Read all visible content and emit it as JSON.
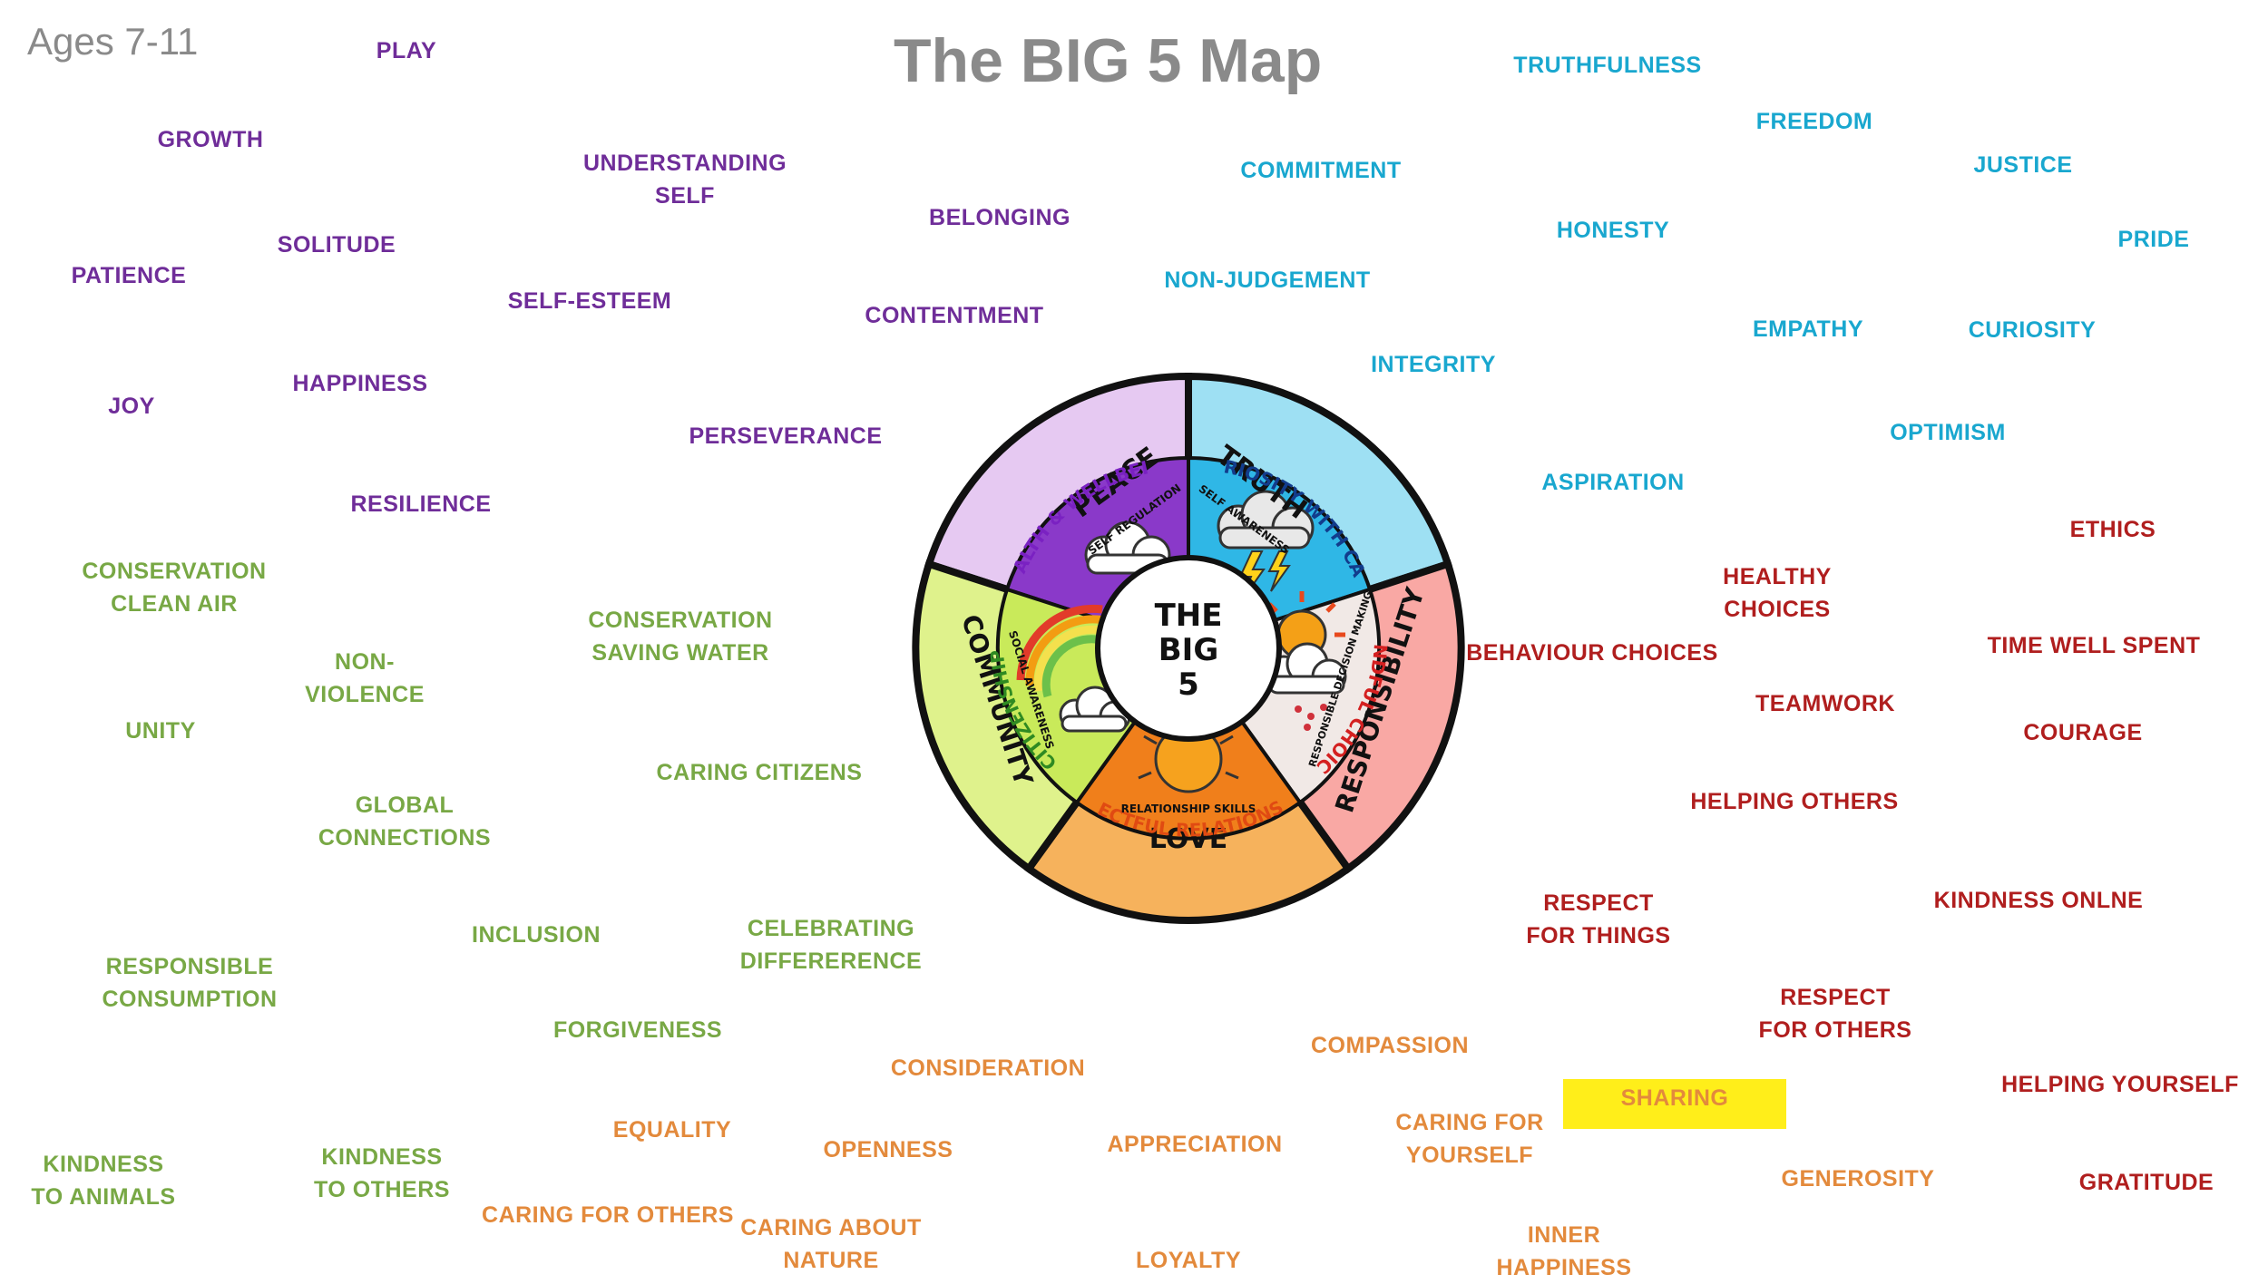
{
  "header": {
    "age_range": "Ages 7-11",
    "title": "The BIG 5 Map"
  },
  "colors": {
    "peace": "#6f2d99",
    "truth": "#19a7cf",
    "community": "#78a845",
    "love": "#e38a3c",
    "responsibility": "#b01e1e",
    "highlight": "#ffee1a"
  },
  "wheel": {
    "center": [
      "THE",
      "BIG",
      "5"
    ],
    "peace": {
      "name": "PEACE",
      "outer": "HEALTH & WELLBEING",
      "inner": "SELF REGULATION"
    },
    "truth": {
      "name": "TRUTH",
      "outer": "CURIOSITY WITH CARE",
      "inner": "SELF AWARENESS"
    },
    "responsibility": {
      "name": "RESPONSIBILITY",
      "outer": "MINDFUL CHOICES",
      "inner": "RESPONSIBLE DECISION MAKING"
    },
    "love": {
      "name": "LOVE",
      "outer": "RESPECTFUL RELATIONSHIPS",
      "inner": "RELATIONSHIP SKILLS"
    },
    "community": {
      "name": "COMMUNITY",
      "outer": "CITIZENSHIP",
      "inner": "SOCIAL AWARENESS"
    }
  },
  "words": {
    "peace": {
      "play": "PLAY",
      "growth": "GROWTH",
      "understanding_self": "UNDERSTANDING\nSELF",
      "belonging": "BELONGING",
      "solitude": "SOLITUDE",
      "patience": "PATIENCE",
      "self_esteem": "SELF-ESTEEM",
      "contentment": "CONTENTMENT",
      "happiness": "HAPPINESS",
      "joy": "JOY",
      "perseverance": "PERSEVERANCE",
      "resilience": "RESILIENCE"
    },
    "truth": {
      "truthfulness": "TRUTHFULNESS",
      "freedom": "FREEDOM",
      "justice": "JUSTICE",
      "commitment": "COMMITMENT",
      "honesty": "HONESTY",
      "pride": "PRIDE",
      "non_judgement": "NON-JUDGEMENT",
      "empathy": "EMPATHY",
      "curiosity": "CURIOSITY",
      "integrity": "INTEGRITY",
      "optimism": "OPTIMISM",
      "aspiration": "ASPIRATION"
    },
    "responsibility": {
      "ethics": "ETHICS",
      "healthy_choices": "HEALTHY\nCHOICES",
      "time_well_spent": "TIME WELL SPENT",
      "behaviour_choices": "BEHAVIOUR CHOICES",
      "teamwork": "TEAMWORK",
      "courage": "COURAGE",
      "helping_others": "HELPING OTHERS",
      "respect_for_things": "RESPECT\nFOR THINGS",
      "kindness_online": "KINDNESS ONLNE",
      "respect_for_others": "RESPECT\nFOR OTHERS",
      "helping_yourself": "HELPING YOURSELF",
      "gratitude": "GRATITUDE"
    },
    "community": {
      "conservation_clean_air": "CONSERVATION\nCLEAN AIR",
      "conservation_saving_water": "CONSERVATION\nSAVING WATER",
      "non_violence": "NON-\nVIOLENCE",
      "unity": "UNITY",
      "caring_citizens": "CARING CITIZENS",
      "global_connections": "GLOBAL\nCONNECTIONS",
      "inclusion": "INCLUSION",
      "celebrating_difference": "CELEBRATING\nDIFFERERENCE",
      "responsible_consumption": "RESPONSIBLE\nCONSUMPTION",
      "forgiveness": "FORGIVENESS",
      "kindness_to_animals": "KINDNESS\nTO ANIMALS",
      "kindness_to_others": "KINDNESS\nTO OTHERS"
    },
    "love": {
      "consideration": "CONSIDERATION",
      "compassion": "COMPASSION",
      "equality": "EQUALITY",
      "openness": "OPENNESS",
      "appreciation": "APPRECIATION",
      "caring_for_yourself": "CARING FOR\nYOURSELF",
      "sharing": "SHARING",
      "generosity": "GENEROSITY",
      "caring_for_others": "CARING FOR OTHERS",
      "caring_about_nature": "CARING ABOUT\nNATURE",
      "loyalty": "LOYALTY",
      "inner_happiness": "INNER\nHAPPINESS"
    }
  }
}
